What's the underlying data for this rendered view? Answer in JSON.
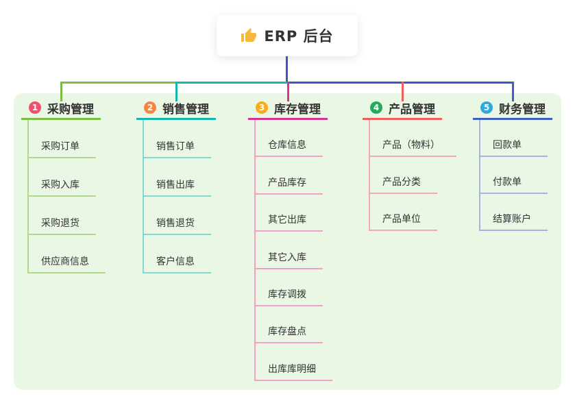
{
  "root": {
    "title": "ERP 后台",
    "icon": "thumbs-up-icon",
    "icon_color": "#f6b93b"
  },
  "colors": {
    "canvas_bg": "#ffffff",
    "panel_bg": "#ebf7e5",
    "root_connector": "#3c56c5",
    "text": "#333333"
  },
  "branches": [
    {
      "number": "1",
      "label": "采购管理",
      "badge_color": "#f4506c",
      "line_color": "#7cbe41",
      "item_line_color": "#b0d98b",
      "items": [
        "采购订单",
        "采购入库",
        "采购退货",
        "供应商信息"
      ]
    },
    {
      "number": "2",
      "label": "销售管理",
      "badge_color": "#f8853f",
      "line_color": "#12b7ae",
      "item_line_color": "#85d8d1",
      "items": [
        "销售订单",
        "销售出库",
        "销售退货",
        "客户信息"
      ]
    },
    {
      "number": "3",
      "label": "库存管理",
      "badge_color": "#fbab17",
      "line_color": "#d9338f",
      "item_line_color": "#f2a0cb",
      "items": [
        "仓库信息",
        "产品库存",
        "其它出库",
        "其它入库",
        "库存调拨",
        "库存盘点",
        "出库库明细"
      ]
    },
    {
      "number": "4",
      "label": "产品管理",
      "badge_color": "#24aa5c",
      "line_color": "#f25e5e",
      "item_line_color": "#f8a8a8",
      "items": [
        "产品（物料）",
        "产品分类",
        "产品单位"
      ]
    },
    {
      "number": "5",
      "label": "财务管理",
      "badge_color": "#2ba9e1",
      "line_color": "#3f5ec6",
      "item_line_color": "#a3b4e3",
      "items": [
        "回款单",
        "付款单",
        "结算账户"
      ]
    }
  ]
}
